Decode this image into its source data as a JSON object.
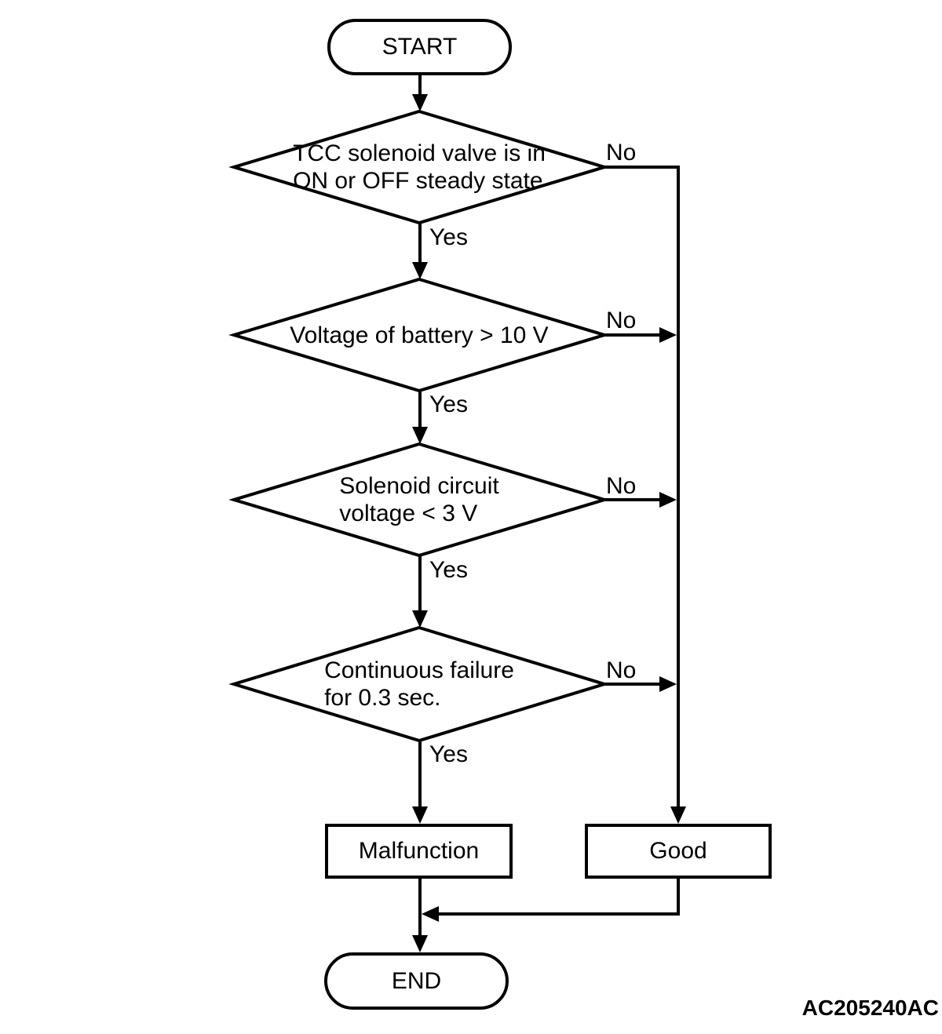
{
  "figure_code": "AC205240AC",
  "flowchart": {
    "start_label": "START",
    "end_label": "END",
    "decisions": [
      {
        "text": "TCC solenoid valve is in\nON or OFF steady state",
        "yes_label": "Yes",
        "no_label": "No"
      },
      {
        "text": "Voltage of battery > 10 V",
        "yes_label": "Yes",
        "no_label": "No"
      },
      {
        "text": "Solenoid circuit\nvoltage < 3 V",
        "yes_label": "Yes",
        "no_label": "No"
      },
      {
        "text": "Continuous failure\nfor 0.3 sec.",
        "yes_label": "Yes",
        "no_label": "No"
      }
    ],
    "outcomes": {
      "malfunction": "Malfunction",
      "good": "Good"
    },
    "colors": {
      "line": "#000000",
      "background": "#ffffff"
    }
  }
}
